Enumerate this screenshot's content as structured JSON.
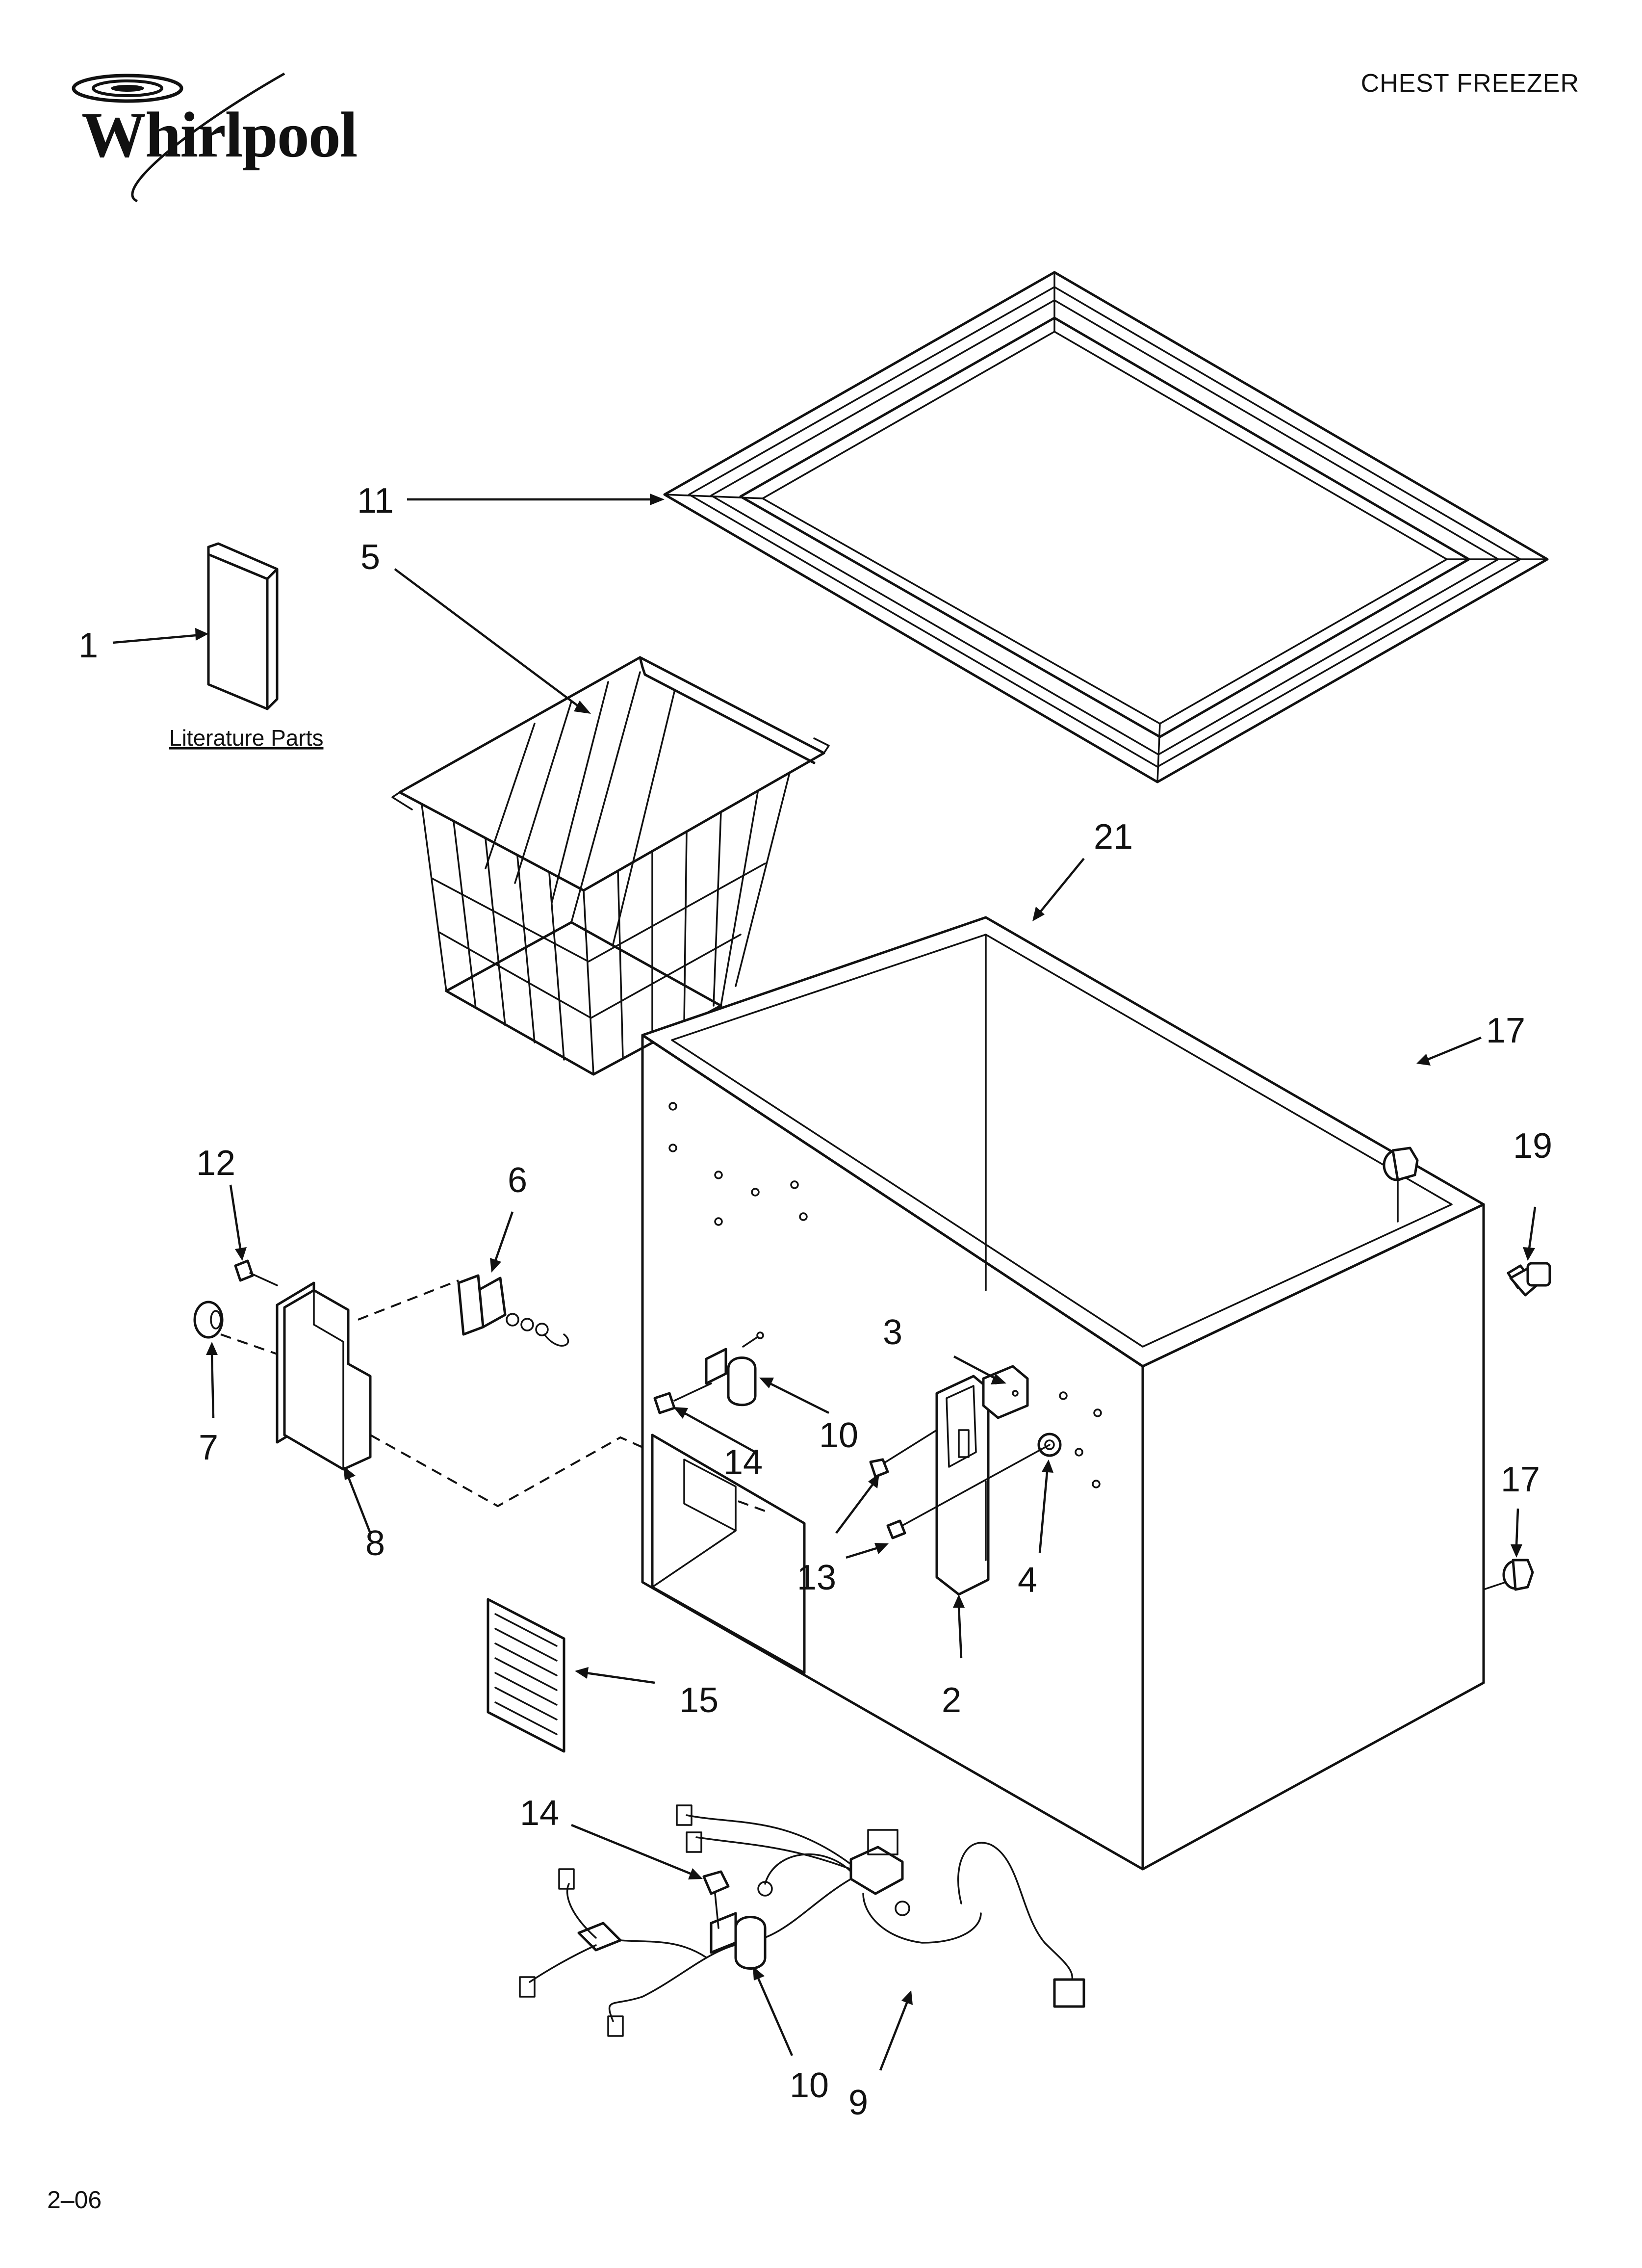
{
  "header": {
    "brand": "Whirlpool",
    "document_title": "CHEST FREEZER"
  },
  "footer": {
    "code": "2–06"
  },
  "literature": {
    "label": "Literature Parts"
  },
  "callouts": {
    "c1": "1",
    "c2": "2",
    "c3": "3",
    "c4": "4",
    "c5": "5",
    "c6": "6",
    "c7": "7",
    "c8": "8",
    "c9": "9",
    "c10a": "10",
    "c10b": "10",
    "c11": "11",
    "c12": "12",
    "c13": "13",
    "c14a": "14",
    "c14b": "14",
    "c15": "15",
    "c17a": "17",
    "c17b": "17",
    "c19": "19",
    "c21": "21"
  }
}
